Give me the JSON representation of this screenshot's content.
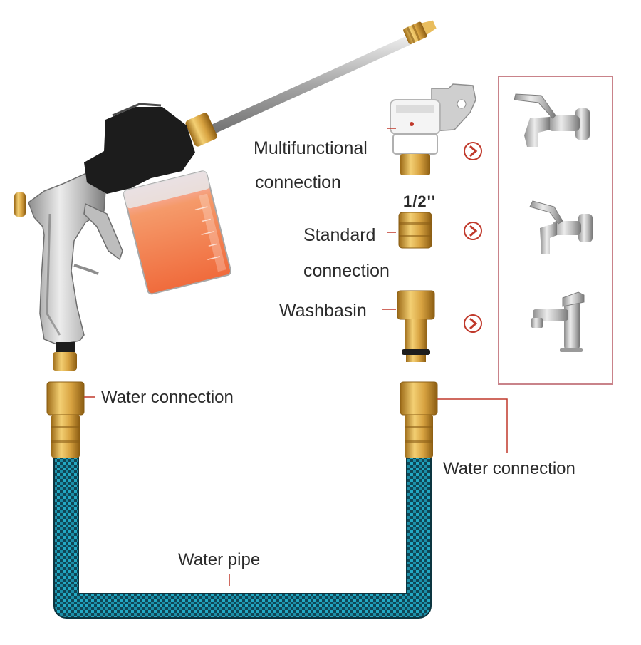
{
  "labels": {
    "multifunctional_line1": "Multifunctional",
    "multifunctional_line2": "connection",
    "size": "1/2''",
    "standard_line1": "Standard",
    "standard_line2": "connection",
    "washbasin": "Washbasin",
    "water_connection_left": "Water connection",
    "water_connection_right": "Water connection",
    "water_pipe": "Water pipe"
  },
  "colors": {
    "accent_red": "#c0392b",
    "frame_border": "#c9838a",
    "brass": "#d4a144",
    "hose_teal": "#1c8fa8",
    "hose_dark": "#0d3f4d",
    "foam_orange": "#f27a48"
  },
  "icons": [
    "spray-gun-icon",
    "faucet-wall-icon",
    "faucet-bib-icon",
    "faucet-basin-icon",
    "arrow-right-circle-icon"
  ]
}
